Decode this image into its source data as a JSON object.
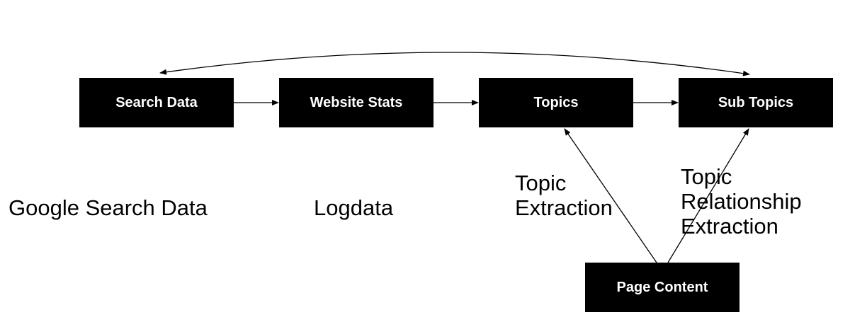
{
  "colors": {
    "node_fill": "#000000",
    "node_text": "#ffffff",
    "text": "#000000",
    "edge": "#000000",
    "background": "#ffffff"
  },
  "nodes": {
    "search_data": "Search Data",
    "website_stats": "Website Stats",
    "topics": "Topics",
    "sub_topics": "Sub Topics",
    "page_content": "Page Content"
  },
  "labels": {
    "google_search_data": "Google Search Data",
    "logdata": "Logdata",
    "topic_extraction": [
      "Topic",
      "Extraction"
    ],
    "topic_relationship_extraction": [
      "Topic",
      "Relationship",
      "Extraction"
    ]
  }
}
